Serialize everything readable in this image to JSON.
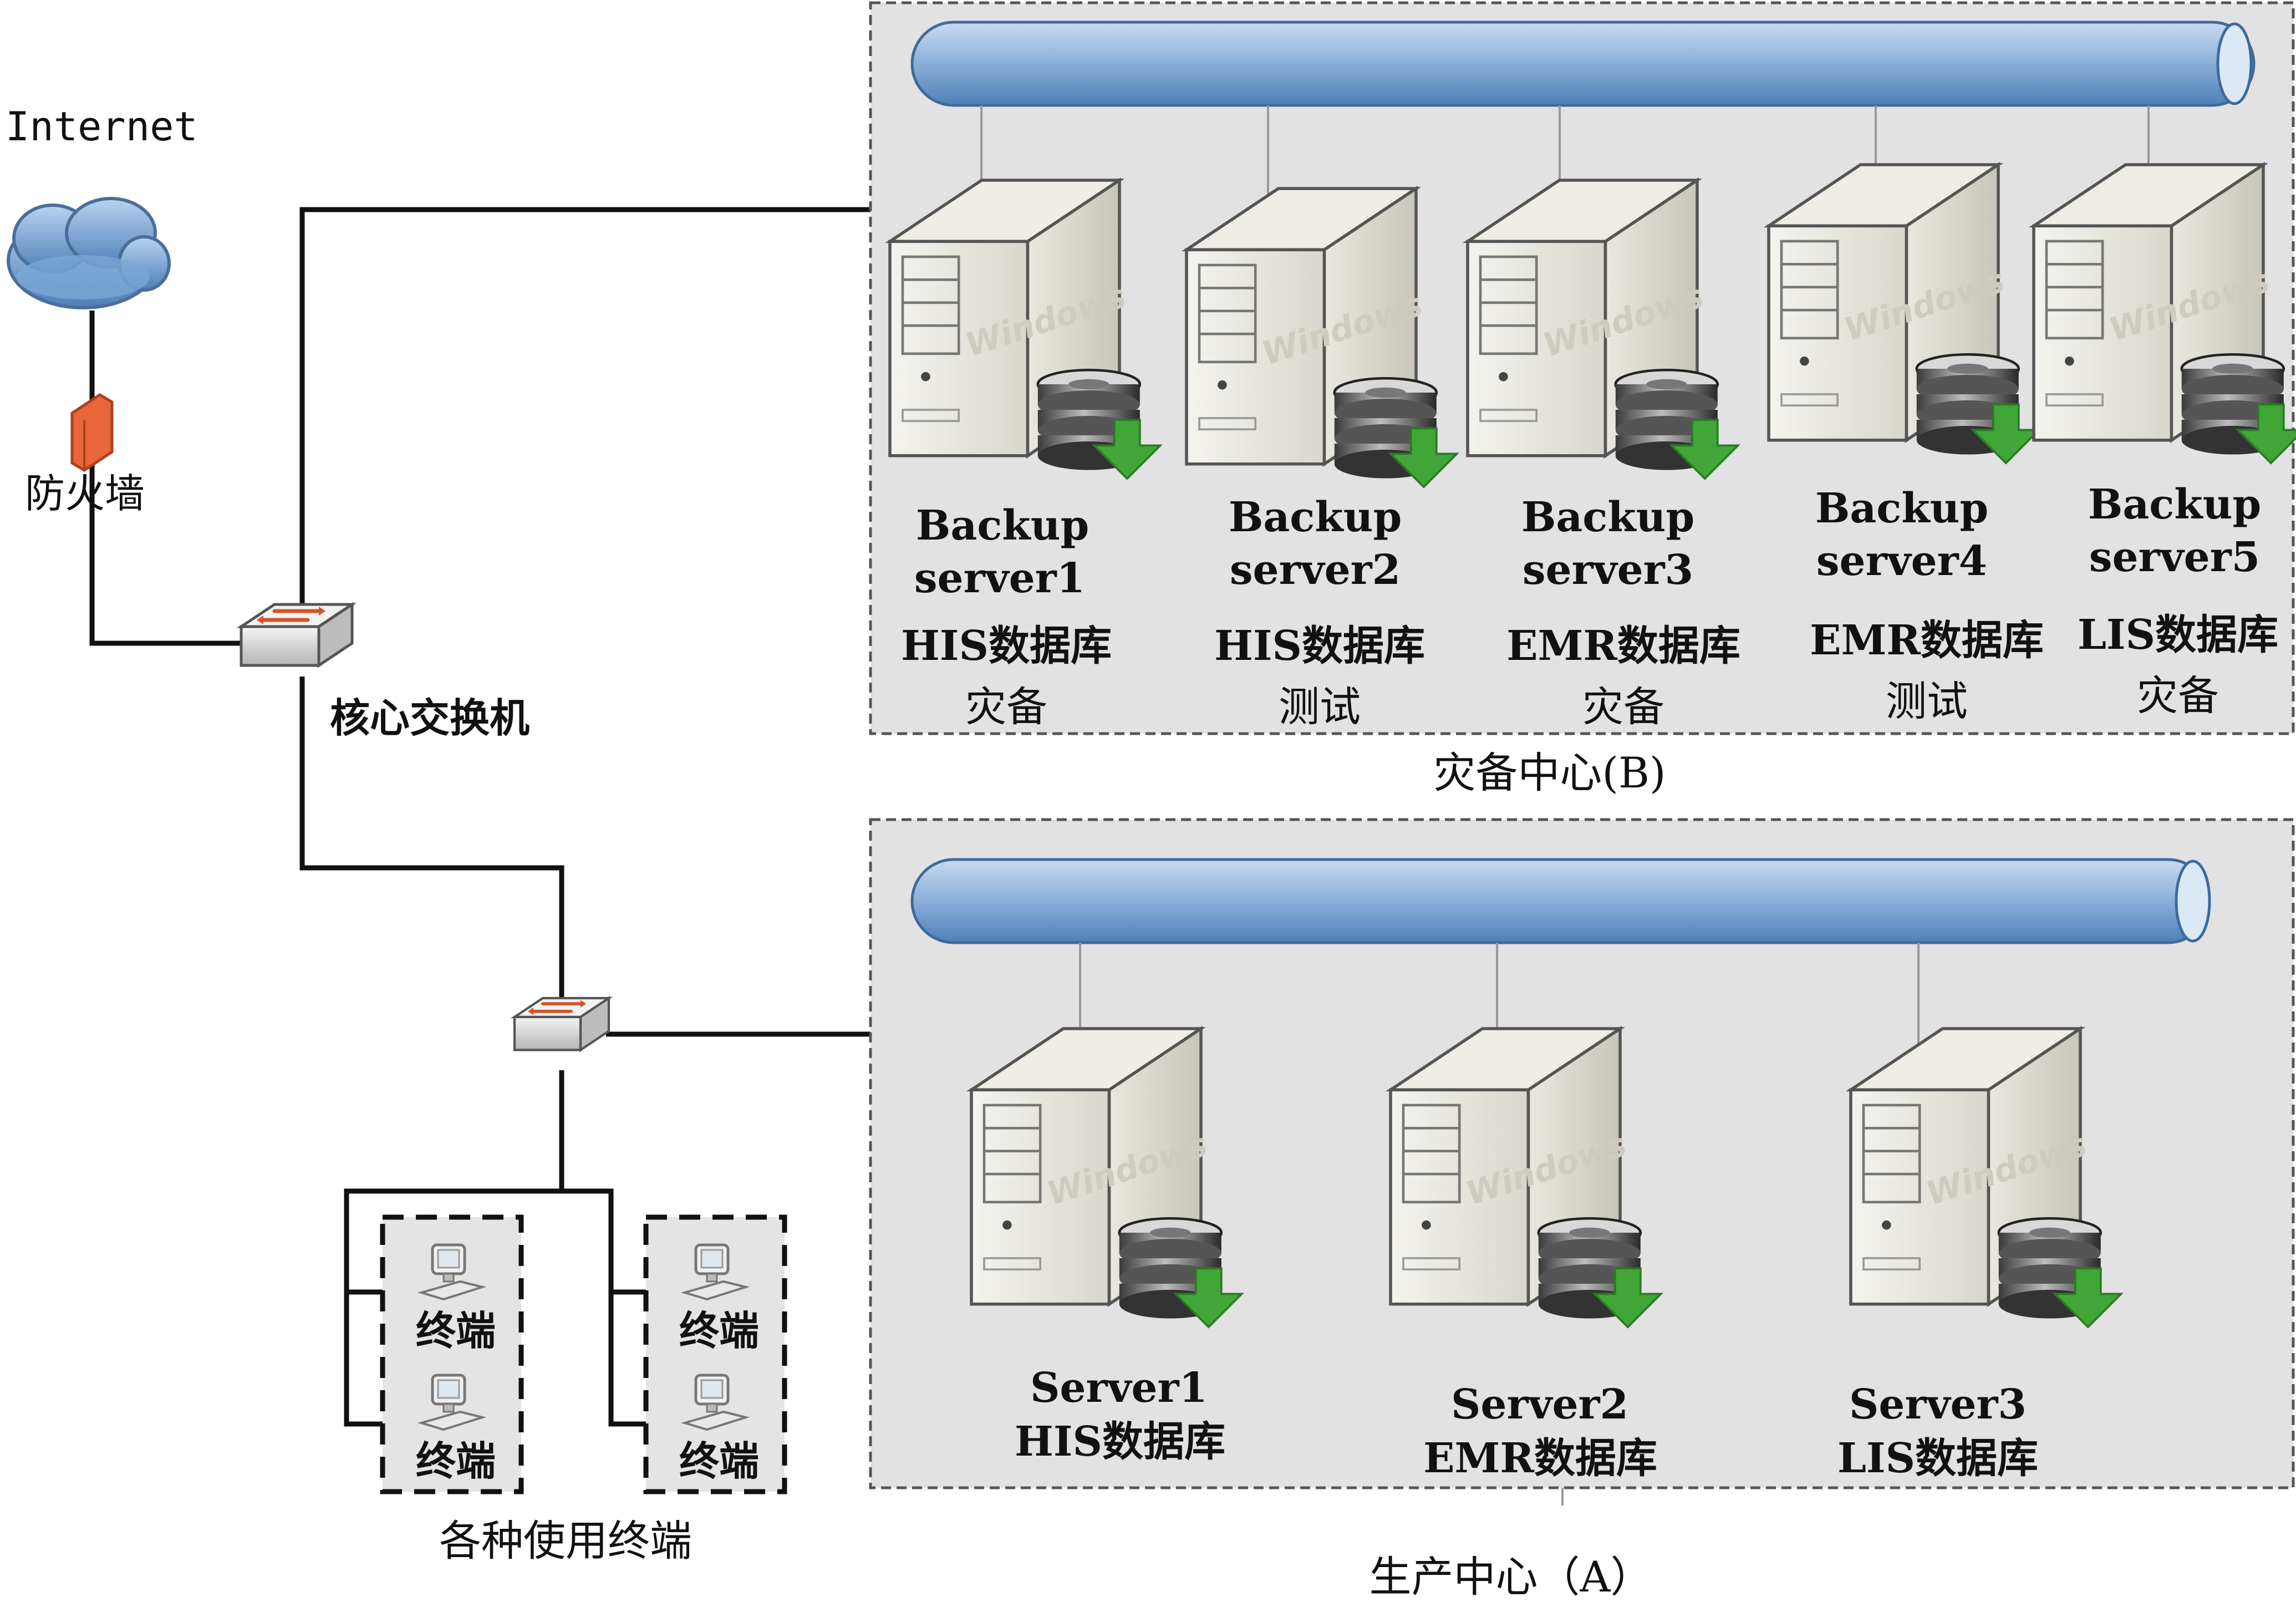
{
  "network": {
    "internet_label": "Internet",
    "firewall_label": "防火墙",
    "core_switch_label": "核心交换机",
    "terminals_group_label": "各种使用终端",
    "terminal_label": "终端"
  },
  "disaster_center": {
    "title": "灾备中心(B)",
    "servers": [
      {
        "name_line1": "Backup",
        "name_line2": "server1",
        "role_line1": "HIS数据库",
        "role_line2": "灾备"
      },
      {
        "name_line1": "Backup",
        "name_line2": "server2",
        "role_line1": "HIS数据库",
        "role_line2": "测试"
      },
      {
        "name_line1": "Backup",
        "name_line2": "server3",
        "role_line1": "EMR数据库",
        "role_line2": "灾备"
      },
      {
        "name_line1": "Backup",
        "name_line2": "server4",
        "role_line1": "EMR数据库",
        "role_line2": "测试"
      },
      {
        "name_line1": "Backup",
        "name_line2": "server5",
        "role_line1": "LIS数据库",
        "role_line2": "灾备"
      }
    ]
  },
  "production_center": {
    "title": "生产中心（A）",
    "servers": [
      {
        "name_line1": "Server1",
        "role_line1": "HIS数据库"
      },
      {
        "name_line1": "Server2",
        "role_line1": "EMR数据库"
      },
      {
        "name_line1": "Server3",
        "role_line1": "LIS数据库"
      }
    ]
  },
  "server_brand_text": "Windows",
  "colors": {
    "bus_pipe": "#8fb3dc",
    "panel_fill": "#e2e2e2",
    "firewall": "#e8663a",
    "db_arrow": "#3fa637",
    "cloud": "#7aa6d6"
  }
}
